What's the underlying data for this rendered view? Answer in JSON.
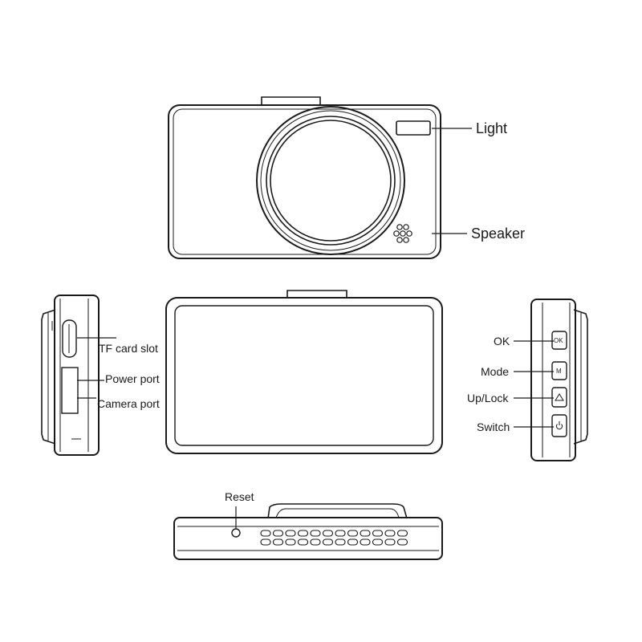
{
  "front_view": {
    "labels": {
      "light": "Light",
      "speaker": "Speaker"
    }
  },
  "left_side_view": {
    "labels": {
      "tf_card_slot": "TF card slot",
      "power_port": "Power port",
      "camera_port": "Camera port"
    }
  },
  "right_side_view": {
    "labels": {
      "ok": "OK",
      "mode": "Mode",
      "up_lock": "Up/Lock",
      "switch": "Switch"
    },
    "button_glyphs": {
      "ok": "OK",
      "mode": "M"
    }
  },
  "bottom_view": {
    "labels": {
      "reset": "Reset"
    }
  }
}
